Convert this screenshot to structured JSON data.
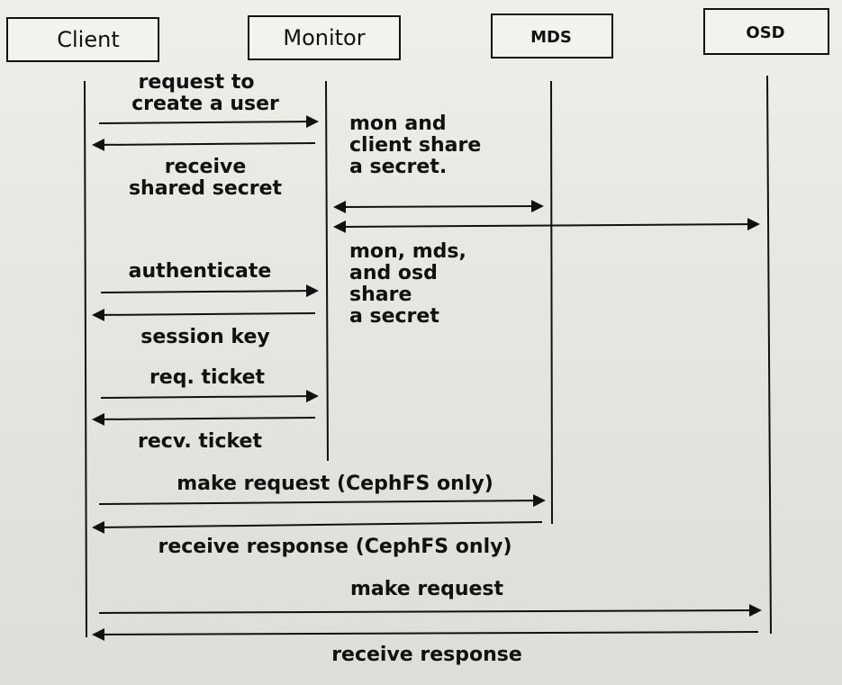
{
  "actors": {
    "client": "Client",
    "monitor": "Monitor",
    "mds": "MDS",
    "osd": "OSD"
  },
  "messages": {
    "request_create_user": [
      "request to",
      "create a user"
    ],
    "receive_shared_secret": [
      "receive",
      "shared secret"
    ],
    "authenticate": "authenticate",
    "session_key": "session key",
    "req_ticket": "req. ticket",
    "recv_ticket": "recv. ticket",
    "make_request_cephfs": "make request (CephFS only)",
    "receive_response_cephfs": "receive response (CephFS only)",
    "make_request": "make request",
    "receive_response": "receive response"
  },
  "notes": {
    "mon_client_secret": [
      "mon and",
      "client share",
      "a secret."
    ],
    "mon_mds_osd_secret": [
      "mon, mds,",
      "and osd",
      "share",
      "a secret"
    ]
  },
  "colors": {
    "line": "#111111",
    "box_fill": "#f2f2ef",
    "background": "#e6e6e1"
  }
}
